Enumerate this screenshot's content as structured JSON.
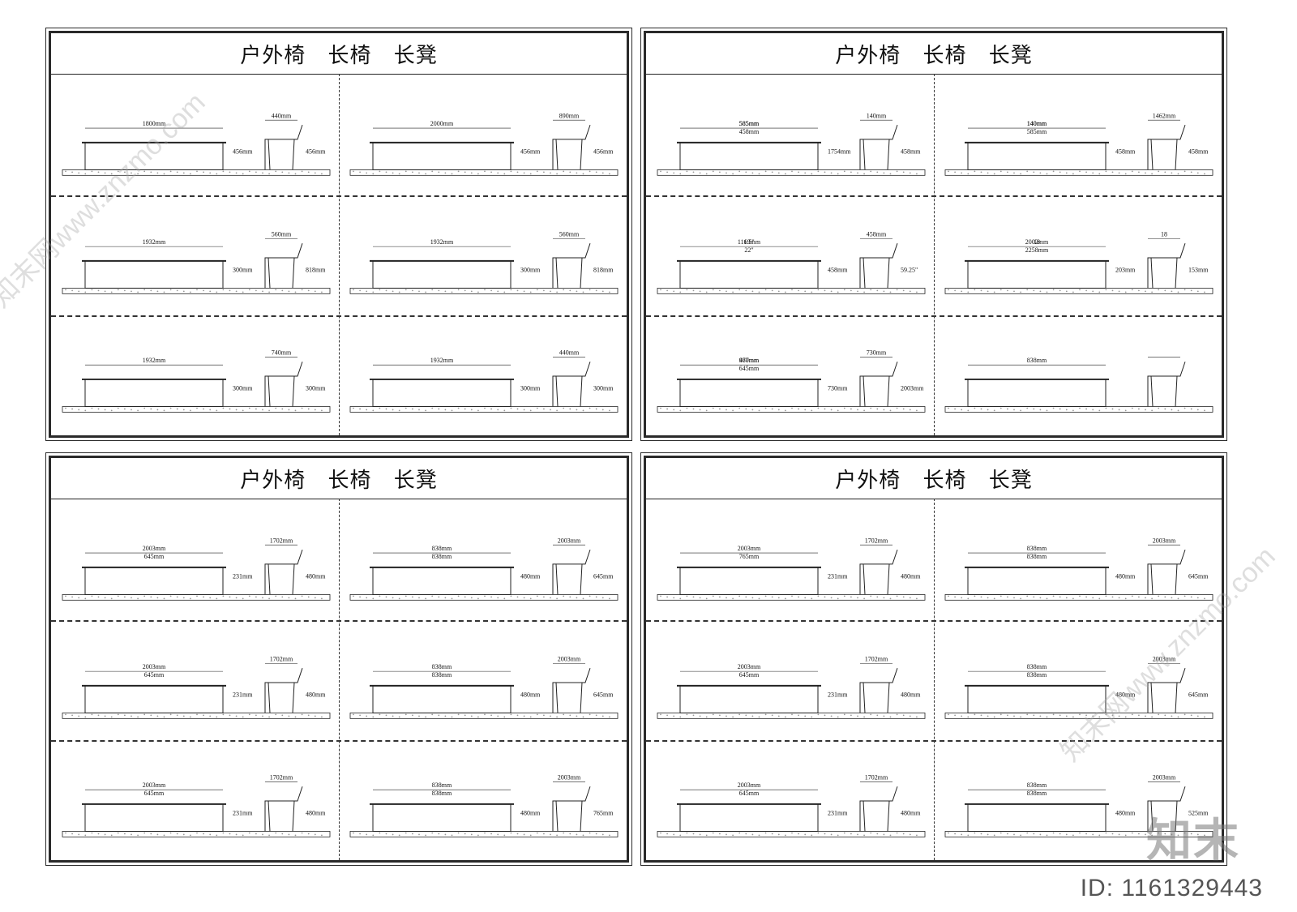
{
  "sheets": [
    {
      "title": "户外椅  长椅  长凳",
      "labels": [
        "1800mm",
        "440mm",
        "456mm",
        "456mm",
        "2000mm",
        "890mm",
        "456mm",
        "456mm",
        "1932mm",
        "560mm",
        "300mm",
        "818mm",
        "1932mm",
        "560mm",
        "300mm",
        "818mm",
        "1932mm",
        "740mm",
        "300mm",
        "300mm",
        "1932mm",
        "440mm",
        "300mm",
        "300mm"
      ]
    },
    {
      "title": "户外椅  长椅  长凳",
      "labels": [
        "585mm",
        "140mm",
        "1754mm",
        "458mm",
        "458mm",
        "585mm",
        "140mm",
        "1462mm",
        "458mm",
        "458mm",
        "585mm",
        "140mm",
        "1169mm",
        "458mm",
        "458mm",
        "59.25\"",
        "22\"",
        "1.5\"",
        "18",
        "18",
        "203mm",
        "153mm",
        "2258mm",
        "2002mm",
        "977mm",
        "730mm",
        "730mm",
        "2003mm",
        "645mm",
        "480mm",
        "838mm"
      ]
    },
    {
      "title": "户外椅  长椅  长凳",
      "labels": [
        "2003mm",
        "1702mm",
        "231mm",
        "480mm",
        "645mm",
        "838mm",
        "2003mm",
        "480mm",
        "645mm",
        "838mm",
        "2003mm",
        "1702mm",
        "231mm",
        "480mm",
        "645mm",
        "838mm",
        "2003mm",
        "480mm",
        "645mm",
        "838mm",
        "2003mm",
        "1702mm",
        "231mm",
        "480mm",
        "645mm",
        "838mm",
        "2003mm",
        "480mm",
        "765mm",
        "838mm"
      ]
    },
    {
      "title": "户外椅  长椅  长凳",
      "labels": [
        "2003mm",
        "1702mm",
        "231mm",
        "480mm",
        "765mm",
        "838mm",
        "2003mm",
        "480mm",
        "645mm",
        "838mm",
        "2003mm",
        "1702mm",
        "231mm",
        "480mm",
        "645mm",
        "838mm",
        "2003mm",
        "480mm",
        "645mm",
        "838mm",
        "2003mm",
        "1702mm",
        "231mm",
        "480mm",
        "645mm",
        "838mm",
        "2003mm",
        "480mm",
        "525mm",
        "838mm"
      ]
    }
  ],
  "watermark": {
    "logo": "知末",
    "id": "ID: 1161329443",
    "text": "知末网www.znzmo.com"
  },
  "colors": {
    "line": "#222222",
    "ground": "#9a9a9a"
  }
}
